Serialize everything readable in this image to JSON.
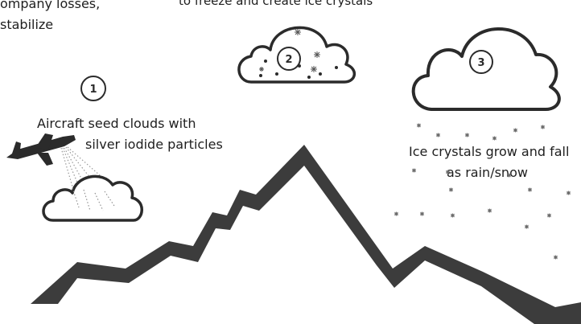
{
  "colors": {
    "ink": "#2b2b2b",
    "mountain": "#3c3c3c",
    "background": "#ffffff",
    "text": "#1e1e1e"
  },
  "top_text": {
    "line1": "ompany losses,",
    "line2": "stabilize",
    "step2_caption": "to freeze and create ice crystals"
  },
  "steps": [
    {
      "number": "1",
      "caption_line1": "Aircraft seed clouds with",
      "caption_line2": "silver iodide particles"
    },
    {
      "number": "2"
    },
    {
      "number": "3",
      "caption_line1": "Ice crystals grow and fall",
      "caption_line2": "as rain/snow"
    }
  ],
  "icons": [
    "airplane-icon",
    "cloud-icon",
    "snowflake-icon",
    "mountain-icon"
  ]
}
